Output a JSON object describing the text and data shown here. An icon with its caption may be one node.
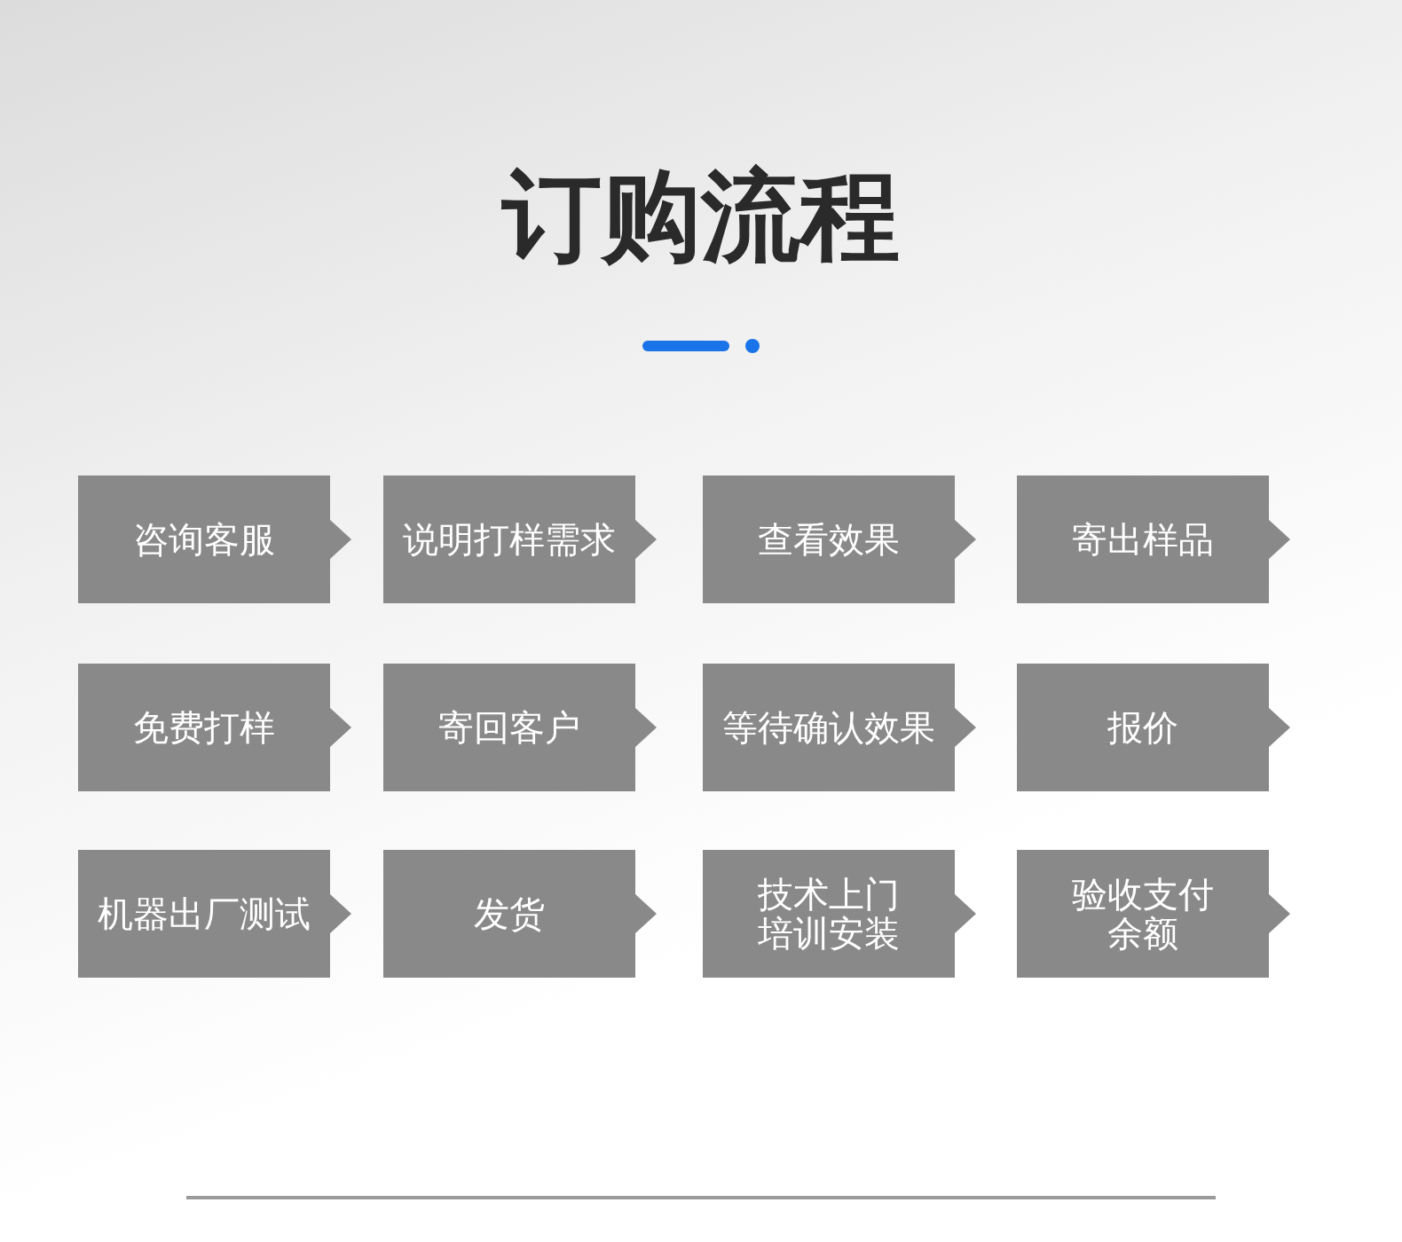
{
  "diagram": {
    "title": "订购流程",
    "nodes": [
      {
        "text": [
          "咨询客服"
        ]
      },
      {
        "text": [
          "说明打样需求"
        ]
      },
      {
        "text": [
          "查看效果"
        ]
      },
      {
        "text": [
          "寄出样品"
        ]
      },
      {
        "text": [
          "免费打样"
        ]
      },
      {
        "text": [
          "寄回客户"
        ]
      },
      {
        "text": [
          "等待确认效果"
        ]
      },
      {
        "text": [
          "报价"
        ]
      },
      {
        "text": [
          "机器出厂测试"
        ]
      },
      {
        "text": [
          "发货"
        ]
      },
      {
        "text": [
          "技术上门培训安装"
        ]
      },
      {
        "text": [
          "验收支付余额"
        ]
      }
    ]
  }
}
